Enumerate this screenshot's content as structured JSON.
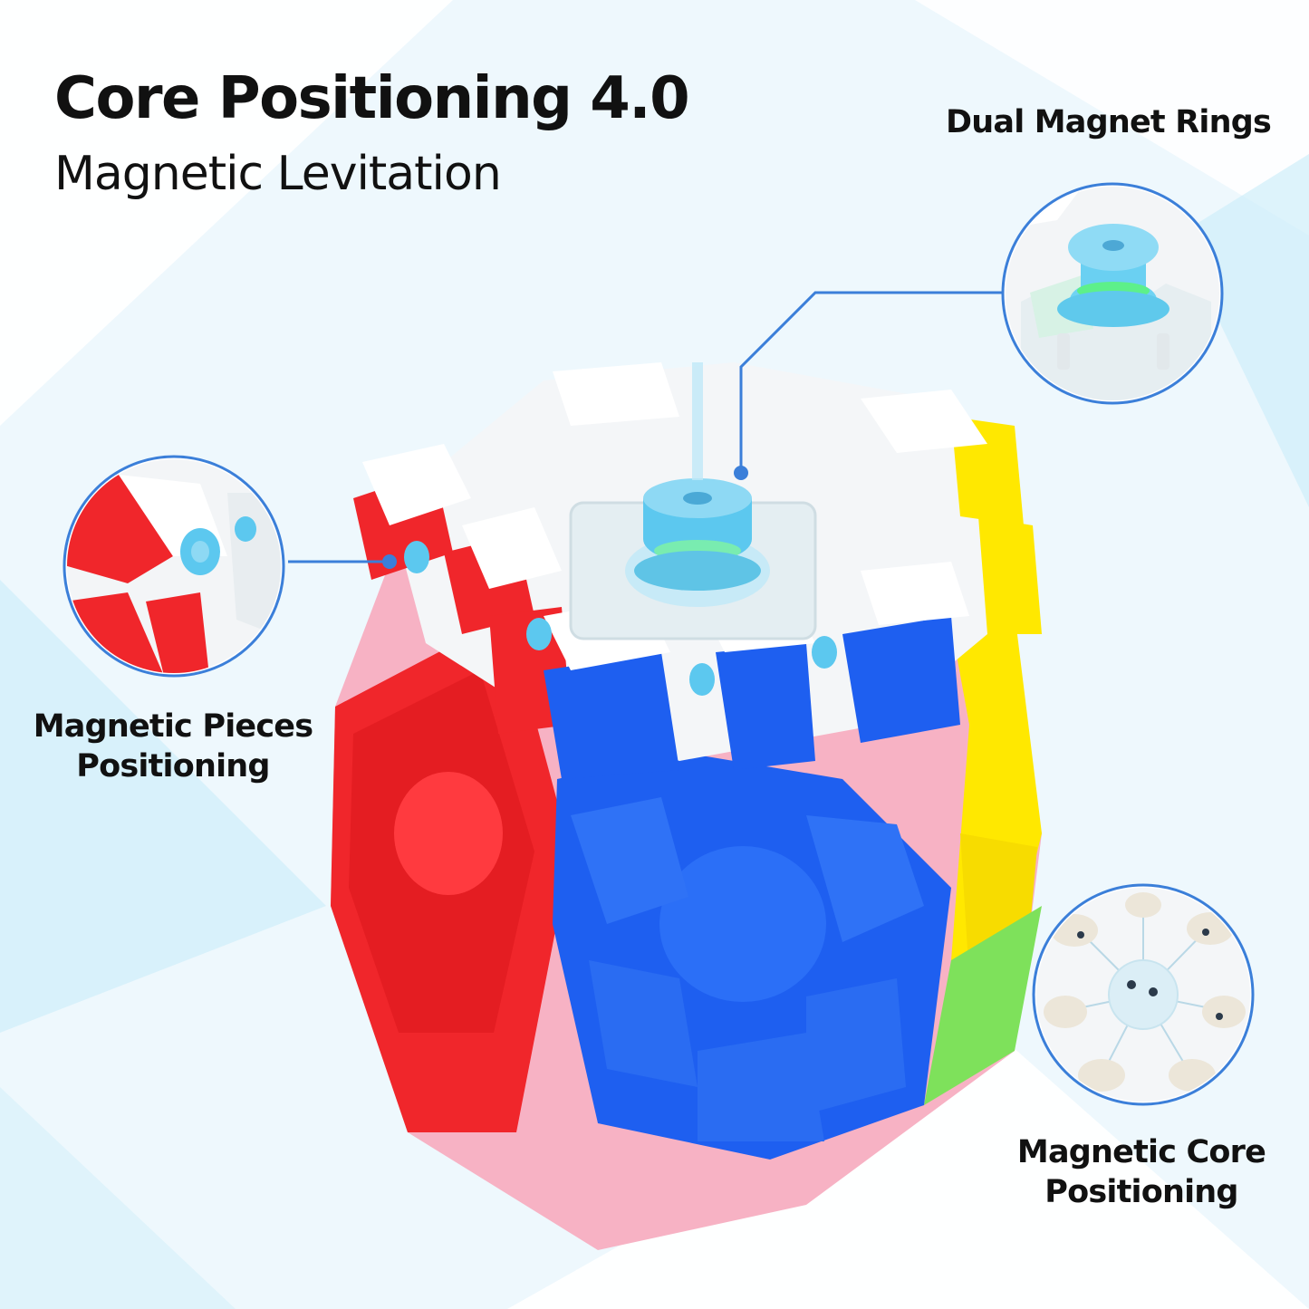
{
  "header": {
    "title": "Core Positioning 4.0",
    "subtitle": "Magnetic Levitation"
  },
  "callouts": {
    "dual_magnet_rings": {
      "label": "Dual Magnet Rings"
    },
    "magnetic_pieces": {
      "line1": "Magnetic Pieces",
      "line2": "Positioning"
    },
    "magnetic_core": {
      "line1": "Magnetic Core",
      "line2": "Positioning"
    }
  },
  "colors": {
    "background": "#eef8fd",
    "callout_line": "#3b7fd9",
    "face_red": "#f0262b",
    "face_blue": "#1e5ff0",
    "face_yellow": "#ffe800",
    "face_pink": "#f7b2c4",
    "face_green": "#7ee15b",
    "core_cyan": "#5cc8ef"
  },
  "icons": [
    "megaminx-puzzle-image",
    "magnet-ring-zoom-image",
    "magnet-piece-zoom-image",
    "magnetic-core-zoom-image"
  ]
}
